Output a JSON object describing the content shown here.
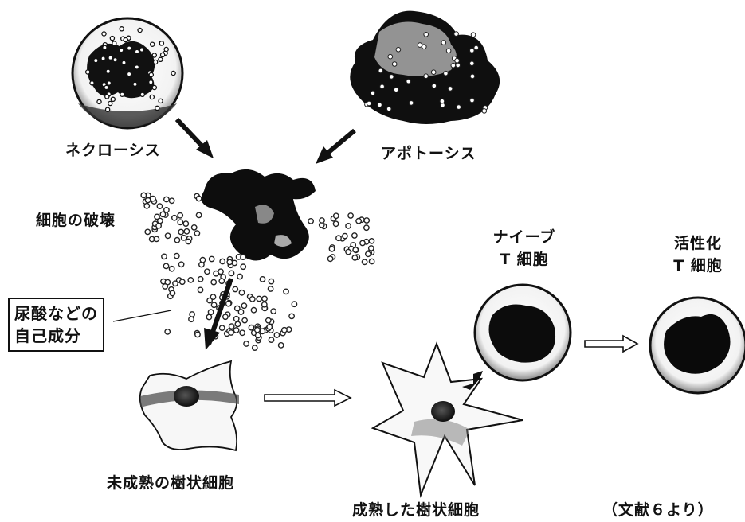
{
  "labels": {
    "necrosis": "ネクローシス",
    "apoptosis": "アポトーシス",
    "cell_destruction": "細胞の破壊",
    "self_components_line1": "尿酸などの",
    "self_components_line2": "自己成分",
    "immature_dc": "未成熟の樹状細胞",
    "mature_dc": "成熟した樹状細胞",
    "naive_t_line1": "ナイーブ",
    "naive_t_line2": "T 細胞",
    "activated_t_line1": "活性化",
    "activated_t_line2": "T 細胞",
    "reference": "（文献６より）"
  }
}
